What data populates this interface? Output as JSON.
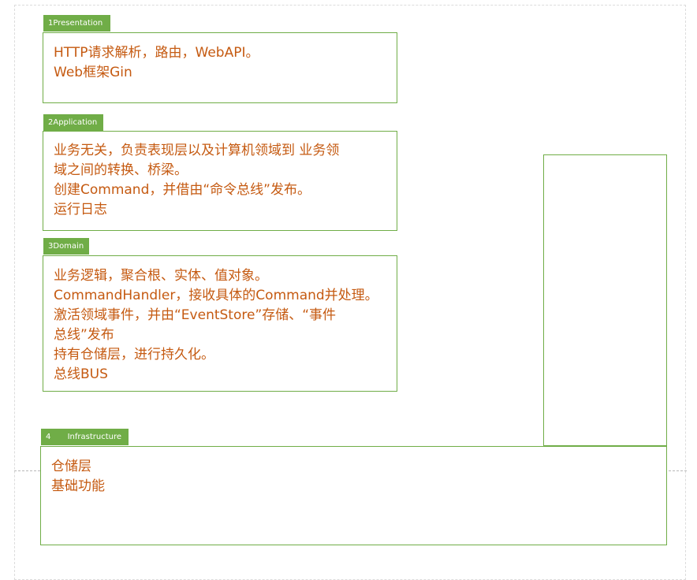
{
  "layers": {
    "presentation": {
      "tag": "1Presentation",
      "lines": [
        "HTTP请求解析，路由，WebAPI。",
        "Web框架Gin"
      ]
    },
    "application": {
      "tag": "2Application",
      "lines": [
        "业务无关，负责表现层以及计算机领域到 业务领",
        "域之间的转换、桥梁。",
        "创建Command，并借由“命令总线”发布。",
        "运行日志"
      ]
    },
    "domain": {
      "tag": "3Domain",
      "lines": [
        "业务逻辑，聚合根、实体、值对象。",
        "CommandHandler，接收具体的Command并处理。",
        "激活领域事件，并由“EventStore”存储、“事件",
        "总线”发布",
        "持有仓储层，进行持久化。",
        "总线BUS"
      ]
    },
    "infrastructure": {
      "tag_number": "4",
      "tag_label": "Infrastructure",
      "lines": [
        "仓储层",
        "基础功能"
      ]
    }
  },
  "colors": {
    "tag_fill": "#70ad47",
    "border": "#70ad47",
    "text": "#c55a11"
  }
}
